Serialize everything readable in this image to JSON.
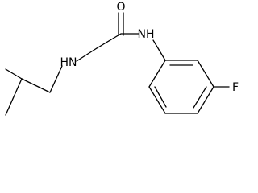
{
  "molecule": {
    "atoms": {
      "oxygen": "O",
      "amide_nitrogen": "NH",
      "amine_nitrogen": "HN",
      "fluorine": "F"
    }
  },
  "colors": {
    "bond": "#000000",
    "label": "#000000",
    "background": "#ffffff"
  }
}
